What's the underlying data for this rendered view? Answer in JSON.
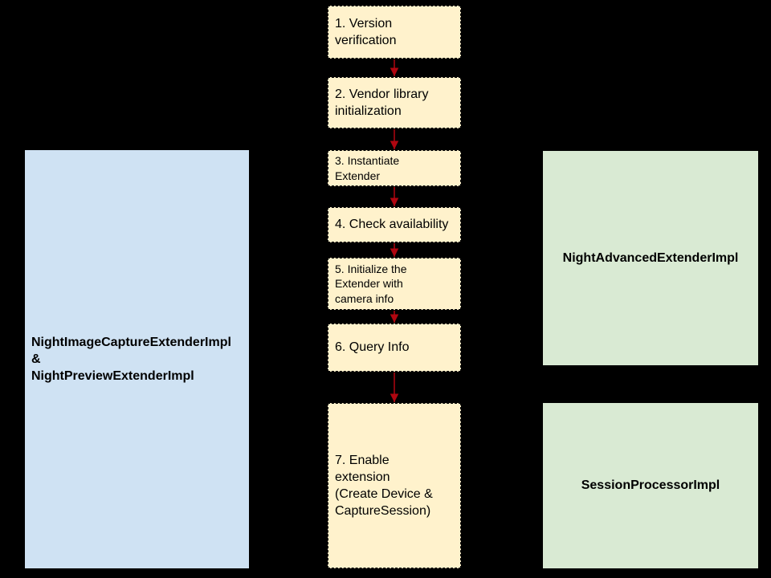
{
  "diagram": {
    "background_color": "#000000",
    "colors": {
      "step_fill": "#FFF2CC",
      "step_border": "#000000",
      "left_box_fill": "#CFE2F3",
      "right_box_fill": "#D9EAD3",
      "arrow": "#B00610",
      "text": "#000000"
    },
    "left_box": {
      "lines": [
        "NightImageCaptureExtenderImpl",
        "&",
        "NightPreviewExtenderImpl"
      ]
    },
    "right_boxes": [
      {
        "label": "NightAdvancedExtenderImpl"
      },
      {
        "label": "SessionProcessorImpl"
      }
    ],
    "steps": [
      {
        "lines": [
          "1. Version",
          "verification"
        ]
      },
      {
        "lines": [
          "2. Vendor library",
          "initialization"
        ]
      },
      {
        "lines": [
          "3. Instantiate",
          "Extender"
        ]
      },
      {
        "lines": [
          "4. Check availability"
        ]
      },
      {
        "lines": [
          "5. Initialize the",
          "Extender with",
          "camera info"
        ]
      },
      {
        "lines": [
          "6. Query Info"
        ]
      },
      {
        "lines": [
          "7. Enable",
          "extension",
          "(Create Device &",
          "CaptureSession)"
        ]
      }
    ]
  }
}
